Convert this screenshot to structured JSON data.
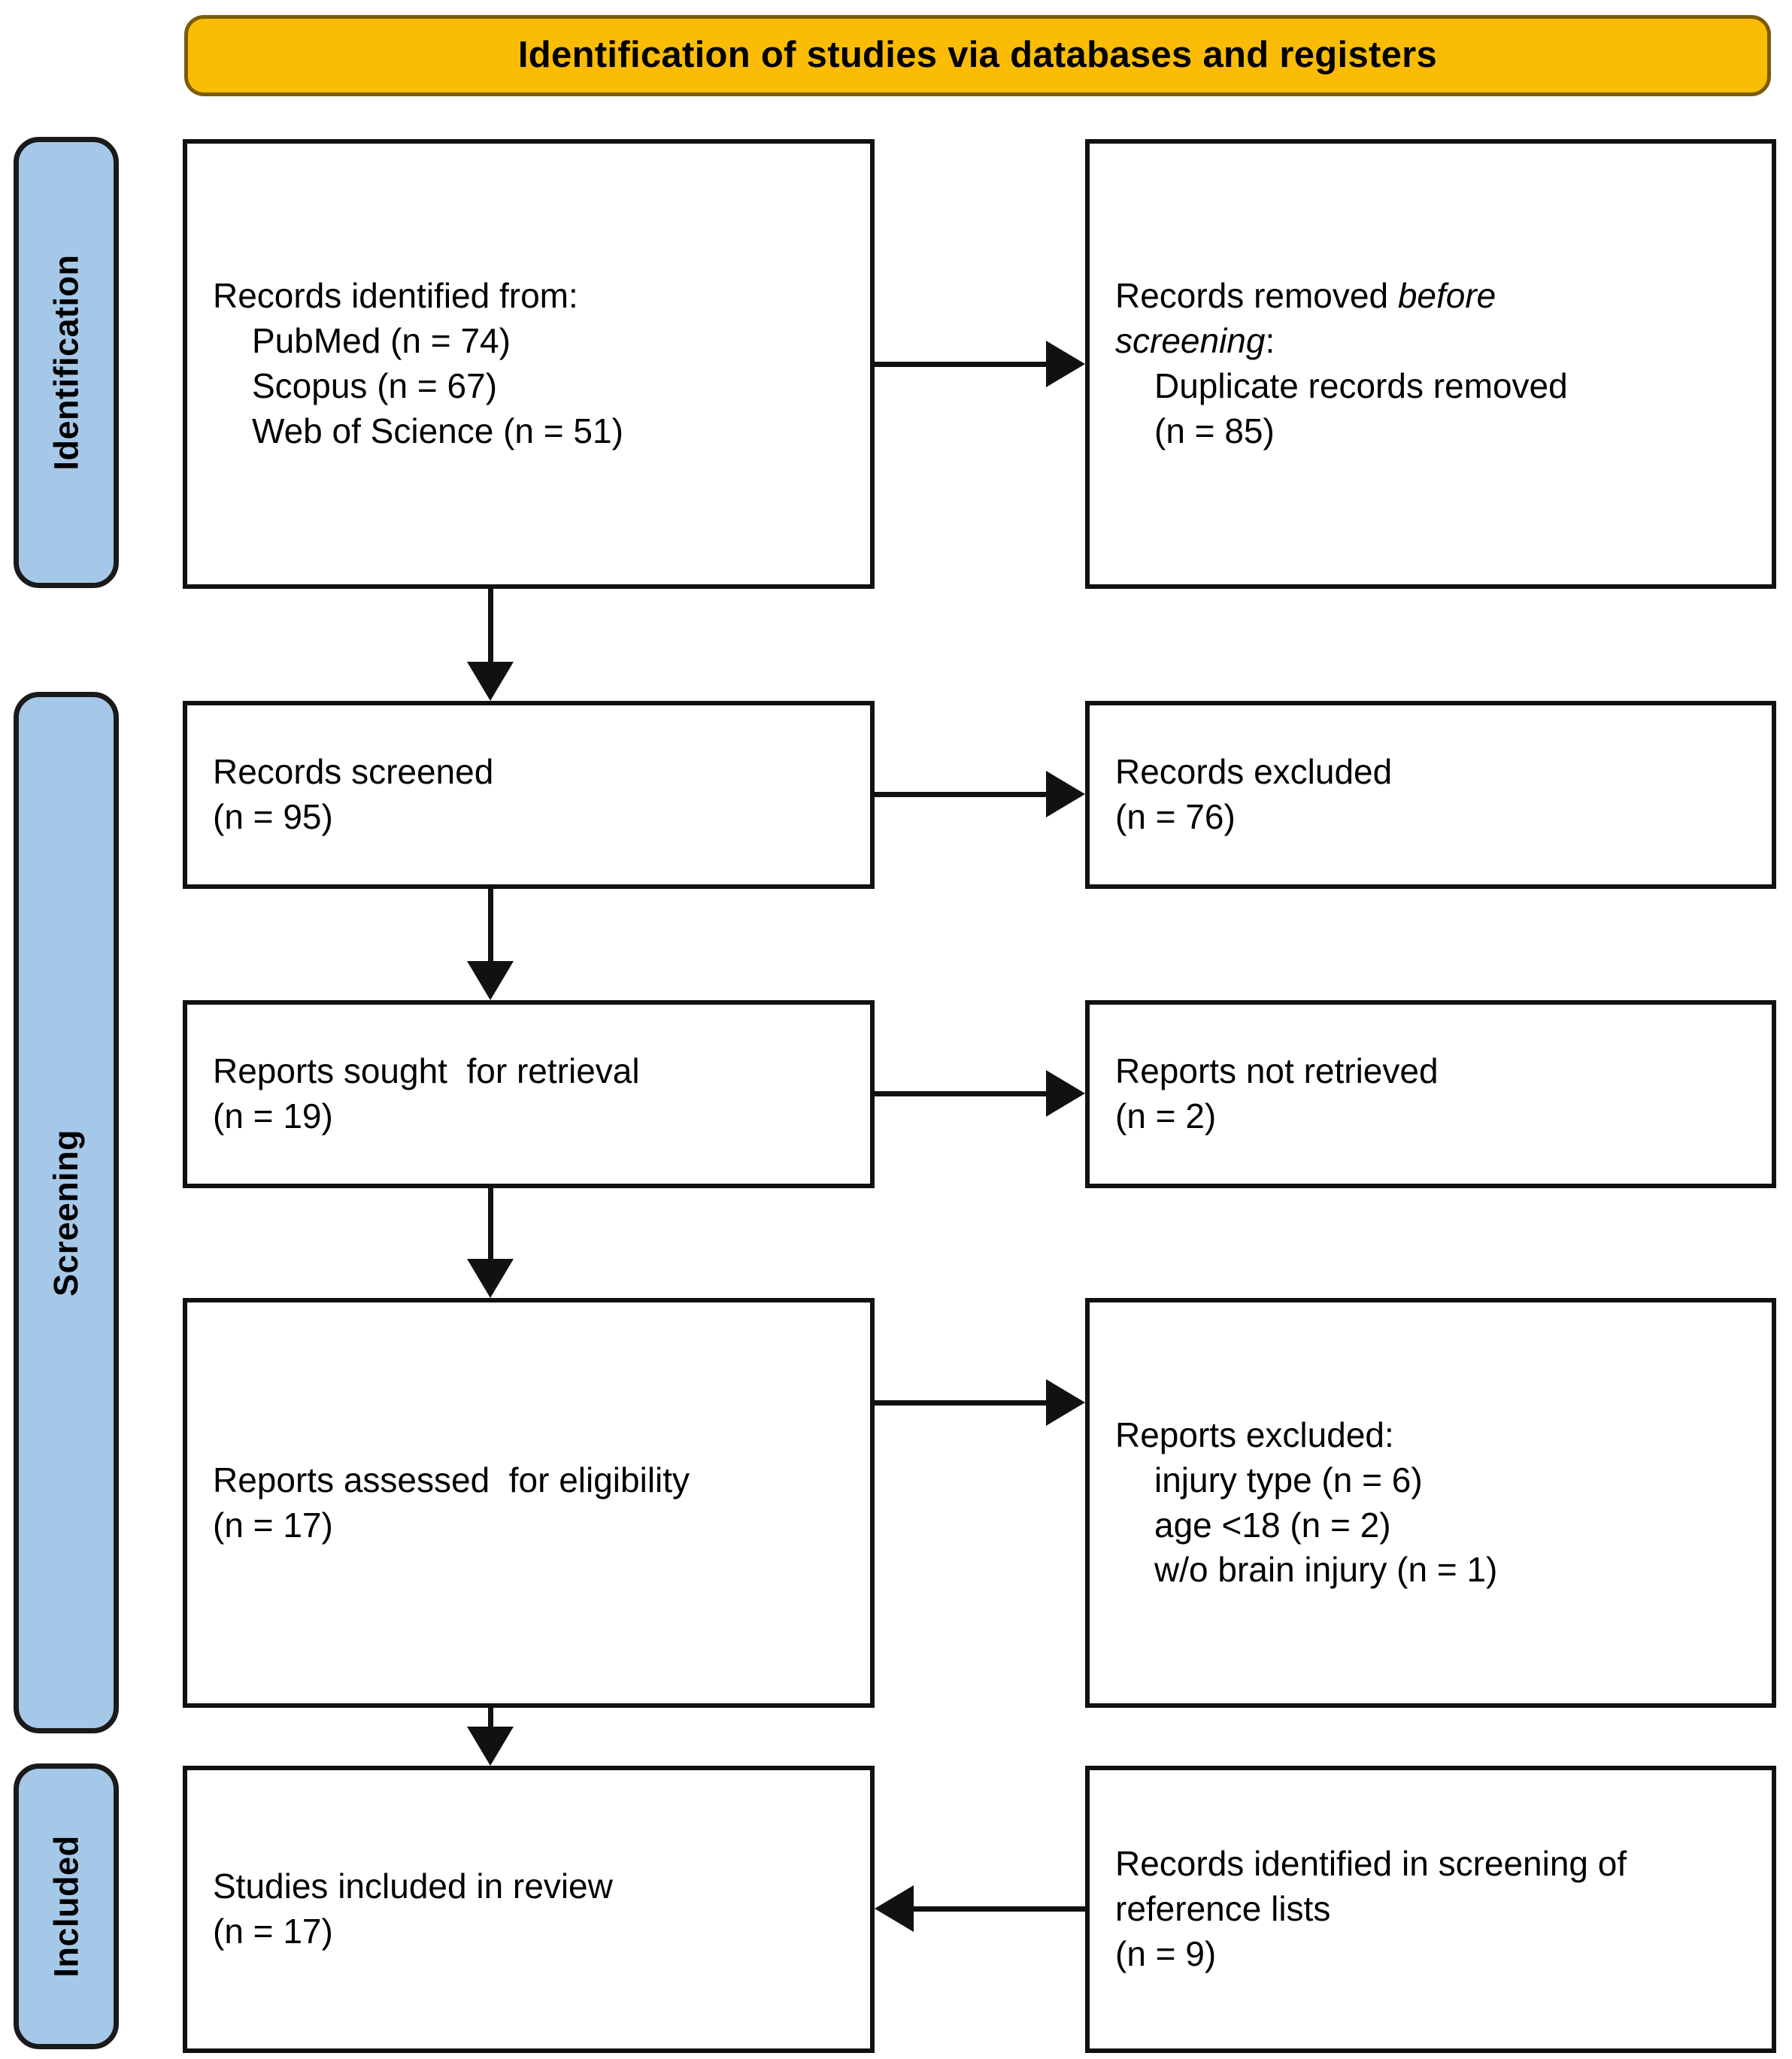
{
  "header": {
    "title": "Identification of studies via databases and registers",
    "color": "#FBBC05",
    "border_color": "#7a5c02"
  },
  "stages": {
    "color": "#A6C8E8",
    "items": [
      {
        "id": "identification",
        "label": "Identification"
      },
      {
        "id": "screening",
        "label": "Screening"
      },
      {
        "id": "included",
        "label": "Included"
      }
    ]
  },
  "boxes": {
    "identified": {
      "title": "Records identified from:",
      "items": [
        "PubMed (n = 74)",
        "Scopus (n = 67)",
        "Web of Science (n = 51)"
      ]
    },
    "removed": {
      "title": "Records removed ",
      "title_italic": "before",
      "subtitle_italic": "screening",
      "subtitle_tail": ":",
      "items": [
        "Duplicate records removed",
        "(n = 85)"
      ]
    },
    "screened": {
      "title": "Records screened",
      "count": "(n = 95)"
    },
    "excluded_records": {
      "title": "Records excluded",
      "count": "(n = 76)"
    },
    "sought": {
      "title": "Reports sought  for retrieval",
      "count": "(n = 19)"
    },
    "not_retrieved": {
      "title": "Reports not retrieved",
      "count": "(n = 2)"
    },
    "assessed": {
      "title": "Reports assessed  for eligibility",
      "count": "(n = 17)"
    },
    "excluded_reports": {
      "title": "Reports excluded:",
      "items": [
        "injury type (n = 6)",
        "age <18 (n = 2)",
        "w/o brain injury (n = 1)"
      ]
    },
    "included_studies": {
      "title": "Studies included in review",
      "count": "(n = 17)"
    },
    "reference_lists": {
      "title_line1": "Records identified in screening of",
      "title_line2": "reference lists",
      "count": "(n = 9)"
    }
  },
  "chart_data": {
    "type": "diagram",
    "title": "Identification of studies via databases and registers",
    "nodes": [
      {
        "id": "identified",
        "stage": "Identification",
        "column": "left",
        "label": "Records identified from:",
        "values": {
          "PubMed": 74,
          "Scopus": 67,
          "Web of Science": 51
        }
      },
      {
        "id": "removed",
        "stage": "Identification",
        "column": "right",
        "label": "Records removed before screening: Duplicate records removed",
        "values": {
          "n": 85
        }
      },
      {
        "id": "screened",
        "stage": "Screening",
        "column": "left",
        "label": "Records screened",
        "values": {
          "n": 95
        }
      },
      {
        "id": "excluded_records",
        "stage": "Screening",
        "column": "right",
        "label": "Records excluded",
        "values": {
          "n": 76
        }
      },
      {
        "id": "sought",
        "stage": "Screening",
        "column": "left",
        "label": "Reports sought for retrieval",
        "values": {
          "n": 19
        }
      },
      {
        "id": "not_retrieved",
        "stage": "Screening",
        "column": "right",
        "label": "Reports not retrieved",
        "values": {
          "n": 2
        }
      },
      {
        "id": "assessed",
        "stage": "Screening",
        "column": "left",
        "label": "Reports assessed for eligibility",
        "values": {
          "n": 17
        }
      },
      {
        "id": "excluded_reports",
        "stage": "Screening",
        "column": "right",
        "label": "Reports excluded",
        "values": {
          "injury type": 6,
          "age <18": 2,
          "w/o brain injury": 1
        }
      },
      {
        "id": "included_studies",
        "stage": "Included",
        "column": "left",
        "label": "Studies included in review",
        "values": {
          "n": 17
        }
      },
      {
        "id": "reference_lists",
        "stage": "Included",
        "column": "right",
        "label": "Records identified in screening of reference lists",
        "values": {
          "n": 9
        }
      }
    ],
    "edges": [
      {
        "from": "identified",
        "to": "removed",
        "direction": "right"
      },
      {
        "from": "identified",
        "to": "screened",
        "direction": "down"
      },
      {
        "from": "screened",
        "to": "excluded_records",
        "direction": "right"
      },
      {
        "from": "screened",
        "to": "sought",
        "direction": "down"
      },
      {
        "from": "sought",
        "to": "not_retrieved",
        "direction": "right"
      },
      {
        "from": "sought",
        "to": "assessed",
        "direction": "down"
      },
      {
        "from": "assessed",
        "to": "excluded_reports",
        "direction": "right"
      },
      {
        "from": "assessed",
        "to": "included_studies",
        "direction": "down"
      },
      {
        "from": "reference_lists",
        "to": "included_studies",
        "direction": "left"
      }
    ]
  }
}
